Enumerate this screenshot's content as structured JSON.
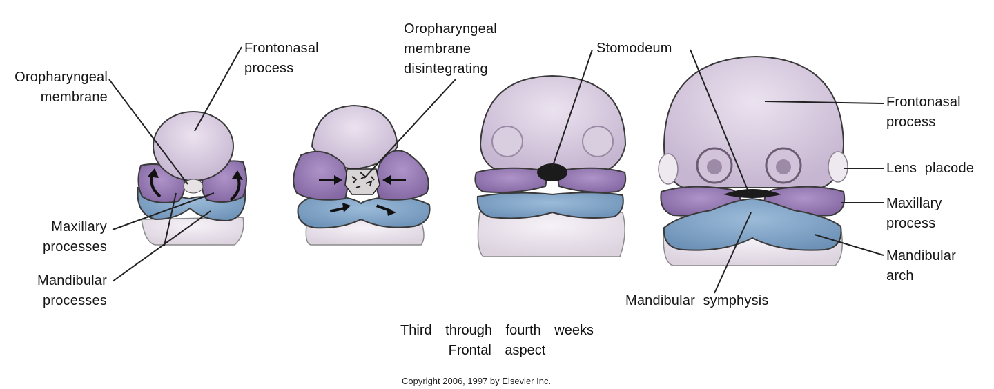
{
  "labels": {
    "frontonasal_left": "Frontonasal\nprocess",
    "oropharyngeal_left": "Oropharyngeal\nmembrane",
    "maxillary_left": "Maxillary\nprocesses",
    "mandibular_left": "Mandibular\nprocesses",
    "oropharyngeal_disintegrating": "Oropharyngeal\nmembrane\ndisintegrating",
    "stomodeum": "Stomodeum",
    "frontonasal_right": "Frontonasal\nprocess",
    "lens_placode": "Lens  placode",
    "maxillary_right": "Maxillary\nprocess",
    "mandibular_arch": "Mandibular\narch",
    "mandibular_symphysis": "Mandibular  symphysis"
  },
  "caption": {
    "line1": "Third through fourth weeks",
    "line2": "Frontal aspect"
  },
  "copyright": "Copyright 2006, 1997 by Elsevier Inc.",
  "colors": {
    "frontonasal": "#d9cde0",
    "maxillary": "#9b7cb8",
    "mandibular": "#7fa3c7",
    "outline": "#3a3a3a",
    "stomodeum": "#1b1b1b"
  }
}
